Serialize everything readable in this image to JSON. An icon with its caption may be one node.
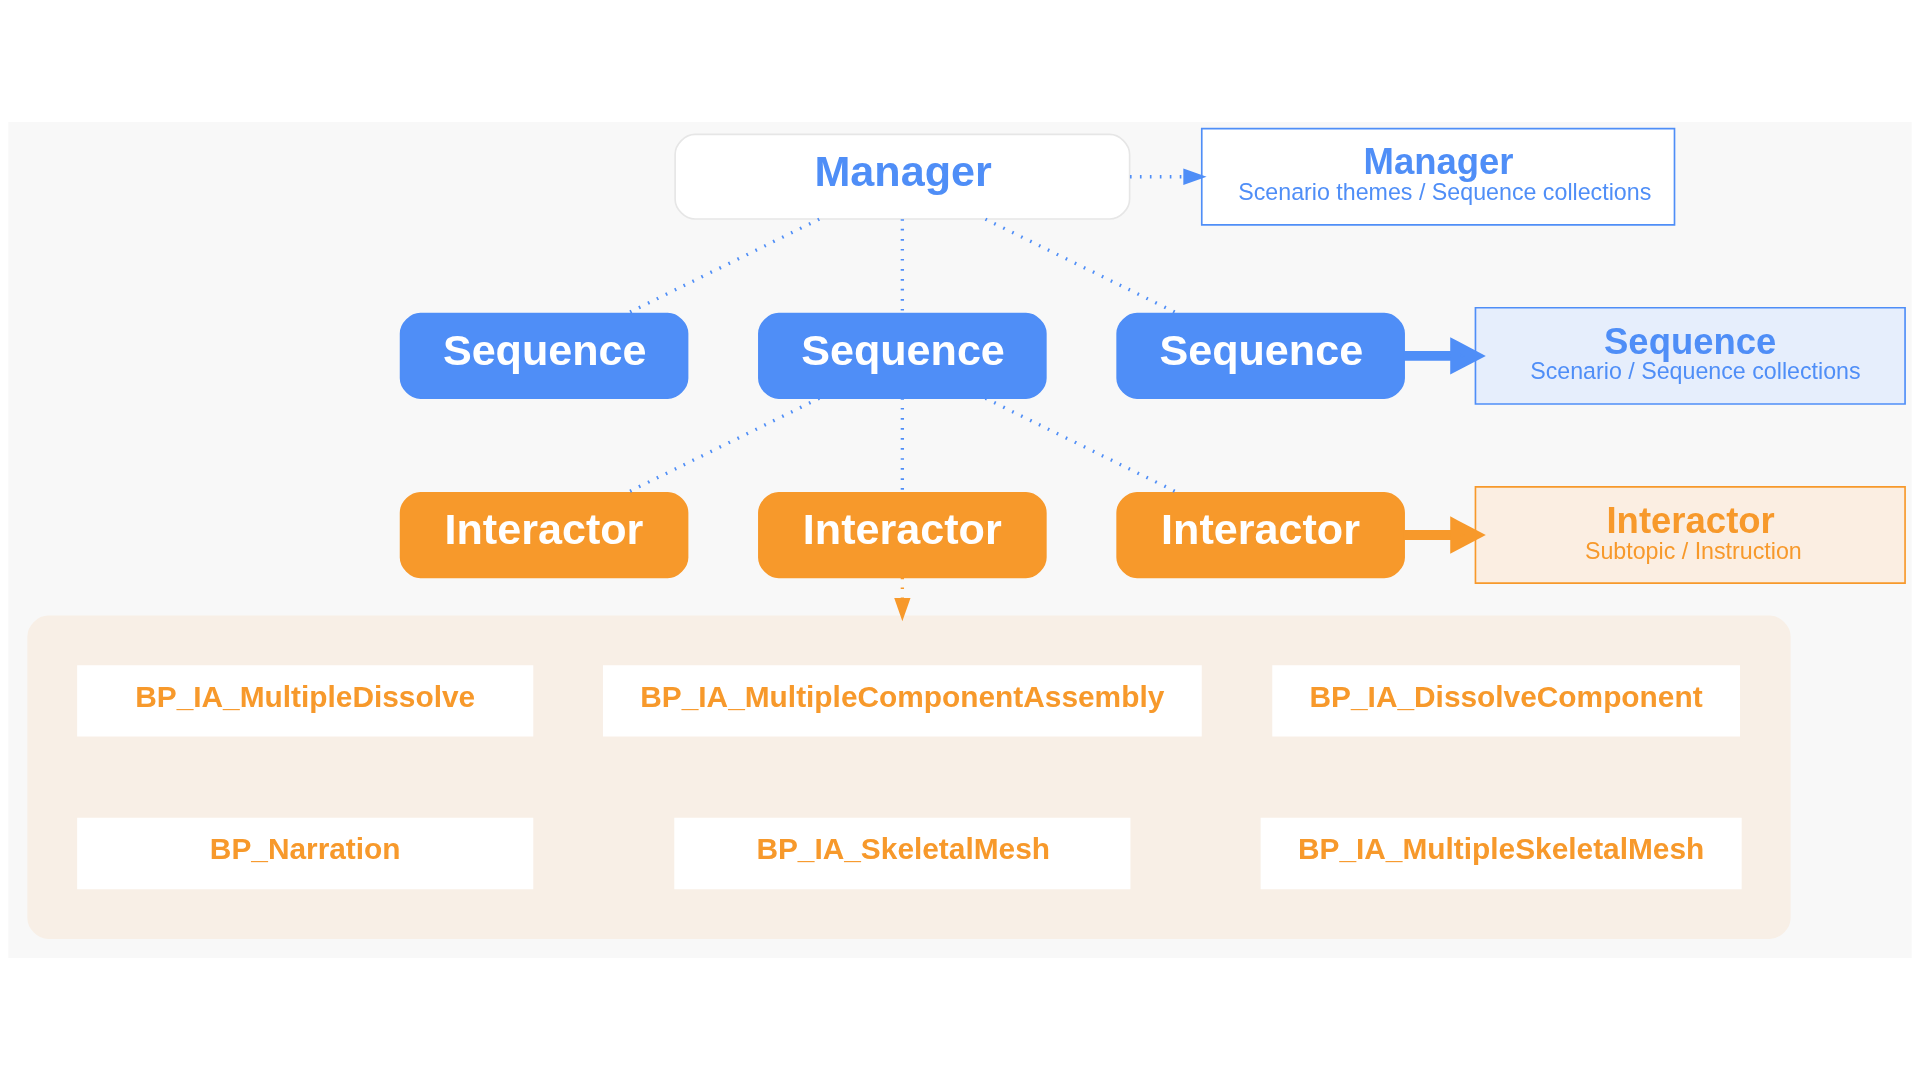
{
  "diagram": {
    "nodes": [
      {
        "text": [
          "Manager"
        ]
      },
      {
        "text": [
          "Sequence"
        ]
      },
      {
        "text": [
          "Sequence"
        ]
      },
      {
        "text": [
          "Sequence"
        ]
      },
      {
        "text": [
          "Interactor"
        ]
      },
      {
        "text": [
          "Interactor"
        ]
      },
      {
        "text": [
          "Interactor"
        ]
      },
      {
        "text": [
          "Manager",
          "Scenario themes / Sequence collections"
        ]
      },
      {
        "text": [
          "Sequence",
          "Scenario / Sequence collections"
        ]
      },
      {
        "text": [
          "Interactor",
          "Subtopic / Instruction"
        ]
      },
      {
        "text": [],
        "shape": "box"
      },
      {
        "text": [
          "BP_IA_DissolveComponent"
        ],
        "in": 10
      },
      {
        "text": [
          "BP_IA_MultipleComponentAssembly"
        ],
        "in": 10
      },
      {
        "text": [
          "BP_IA_MultipleDissolve"
        ],
        "in": 10
      },
      {
        "text": [
          "BP_IA_MultipleSkeletalMesh"
        ],
        "in": 10
      },
      {
        "text": [
          "BP_IA_SkeletalMesh"
        ],
        "in": 10
      },
      {
        "text": [
          "BP_Narration"
        ],
        "in": 10
      }
    ],
    "edges": [
      {
        "from": 0,
        "to": 7,
        "arrow": "to",
        "style": "dashed"
      },
      {
        "from": 0,
        "to": 1,
        "arrow": "none",
        "style": "dashed"
      },
      {
        "from": 0,
        "to": 2,
        "arrow": "none",
        "style": "dashed"
      },
      {
        "from": 0,
        "to": 3,
        "arrow": "none",
        "style": "dashed"
      },
      {
        "from": 3,
        "to": 8,
        "arrow": "to",
        "style": "thick"
      },
      {
        "from": 2,
        "to": 4,
        "arrow": "none",
        "style": "dashed"
      },
      {
        "from": 2,
        "to": 5,
        "arrow": "none",
        "style": "dashed"
      },
      {
        "from": 2,
        "to": 6,
        "arrow": "none",
        "style": "dashed"
      },
      {
        "from": 6,
        "to": 9,
        "arrow": "to",
        "style": "thick",
        "color": "#f7992b"
      },
      {
        "from": 5,
        "to": 10,
        "arrow": "to",
        "style": "dashed",
        "color": "#f7992b"
      }
    ]
  }
}
